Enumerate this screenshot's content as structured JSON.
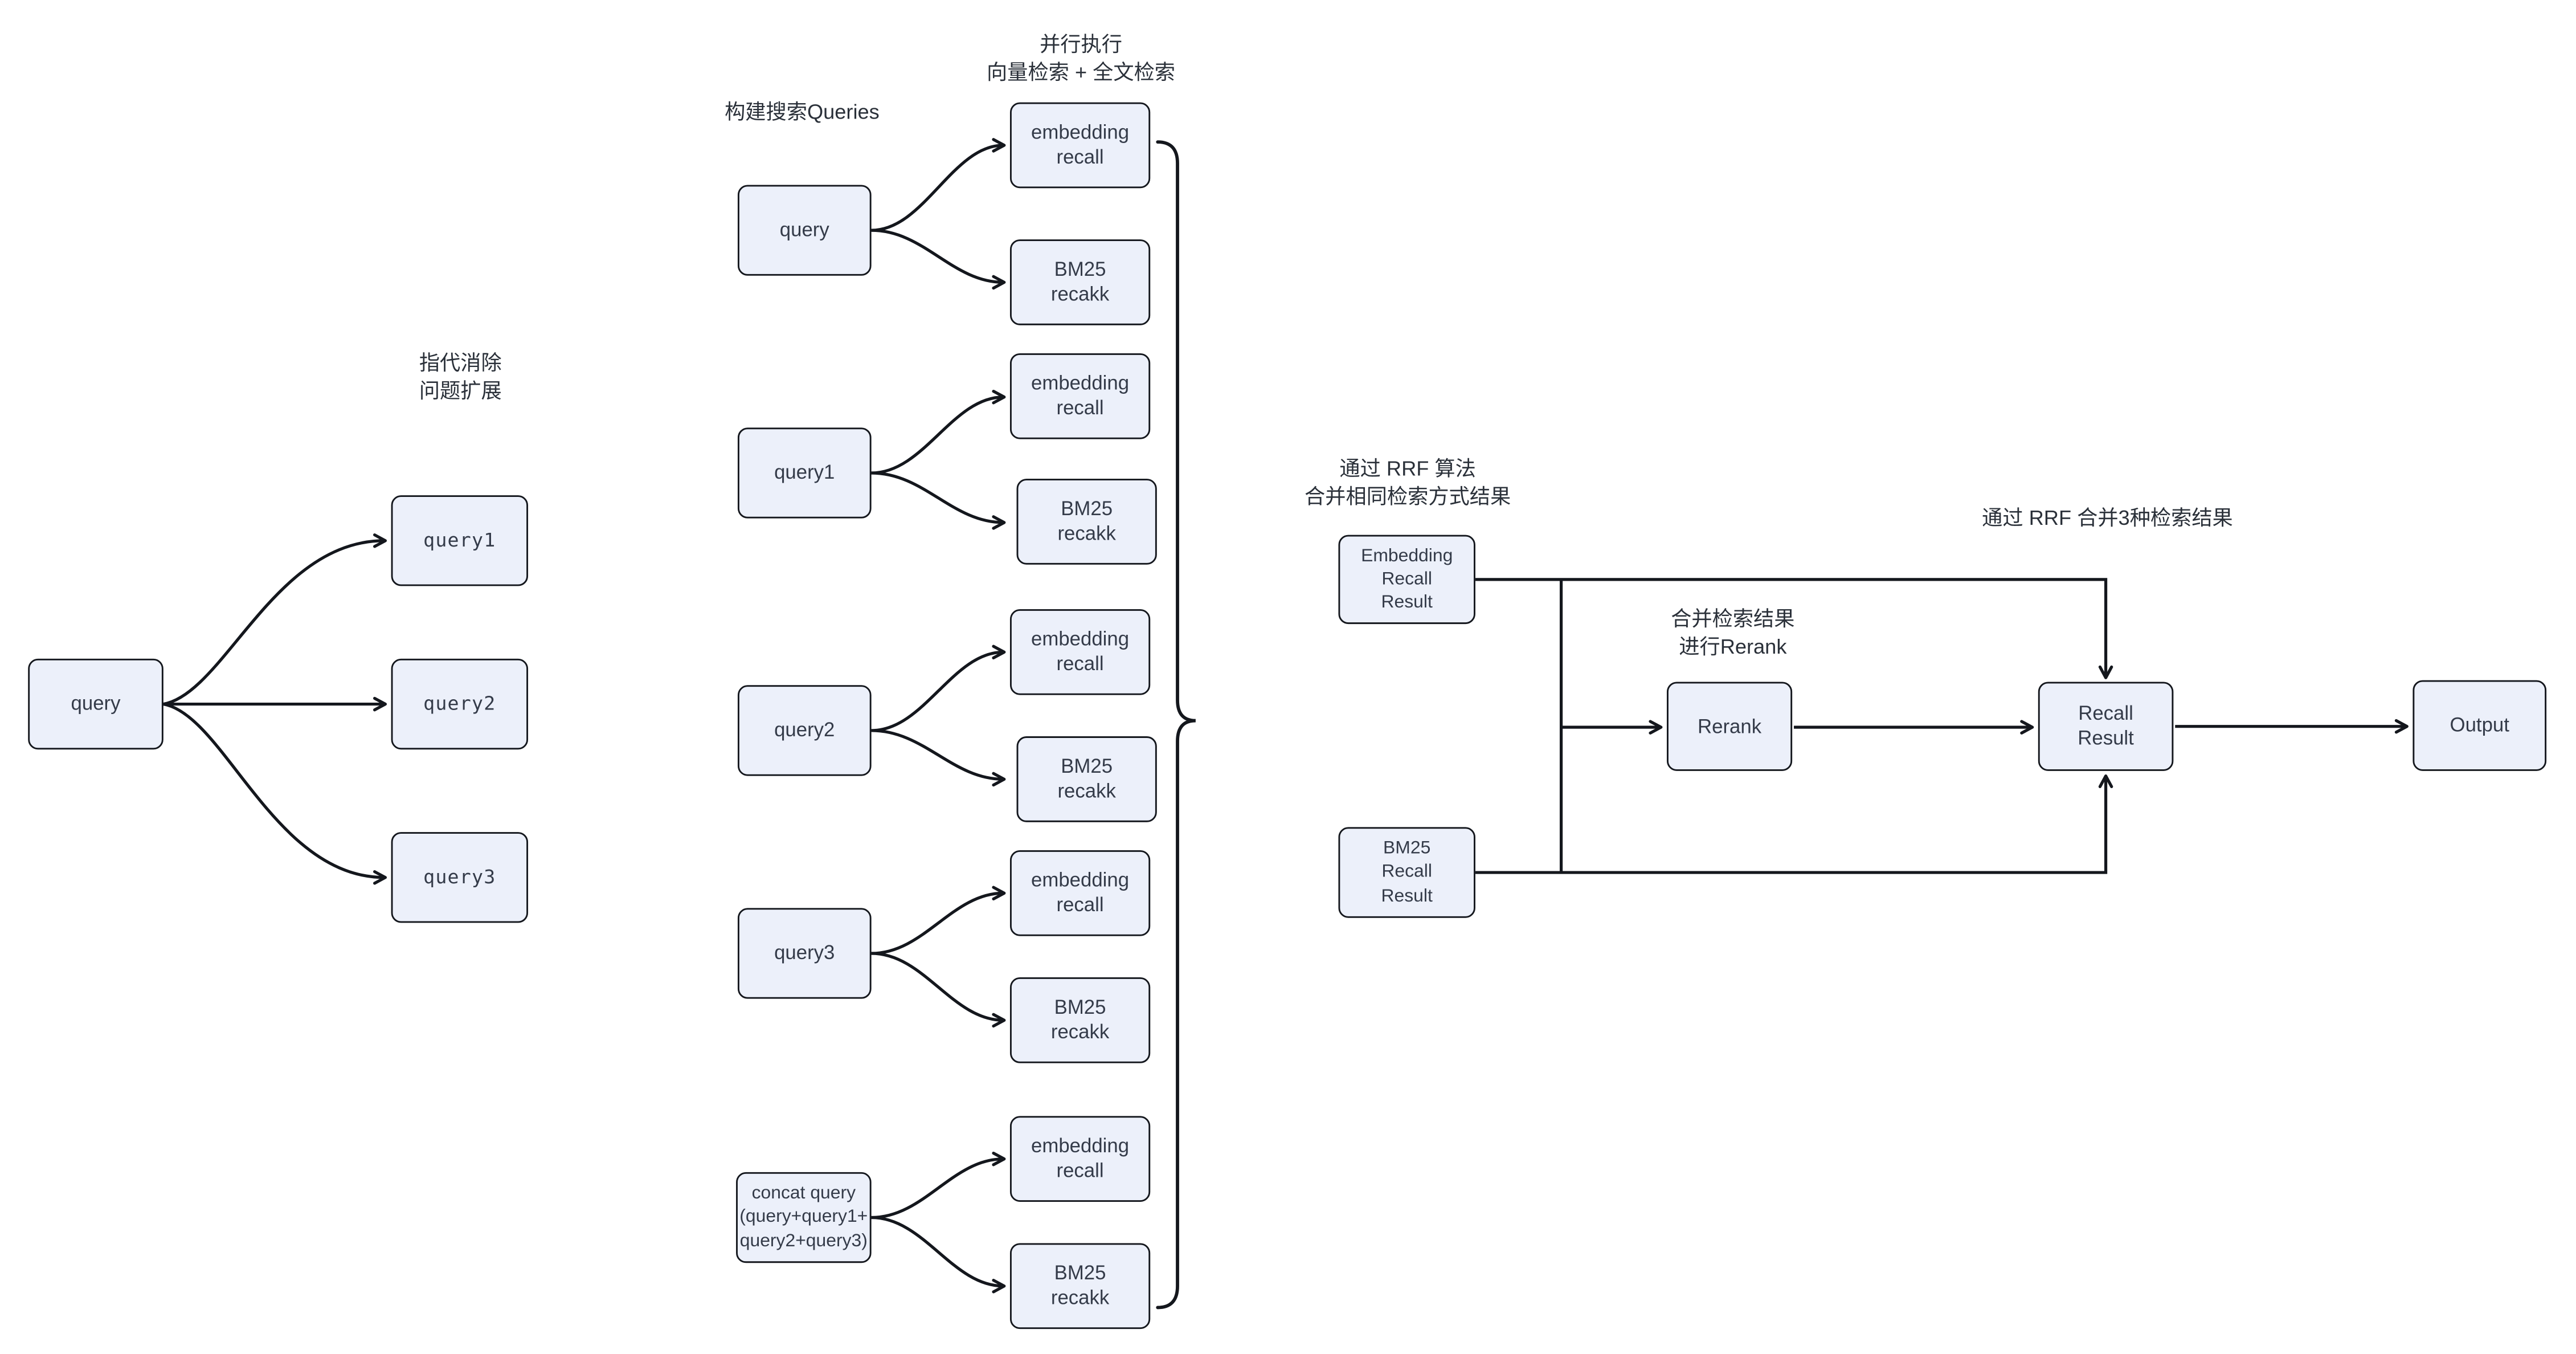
{
  "colors": {
    "canvas": "#FFFFFF",
    "node_fill": "#ECF0FA",
    "node_border": "#14171D",
    "edge": "#14171D",
    "text": "#343B49",
    "label_text": "#2A3039"
  },
  "labels": {
    "expand": "指代消除\n问题扩展",
    "build_queries": "构建搜索Queries",
    "parallel": "并行执行\n向量检索 + 全文检索",
    "rrf_same": "通过 RRF 算法\n合并相同检索方式结果",
    "rrf_three": "通过 RRF 合并3种检索结果",
    "rerank_note": "合并检索结果\n进行Rerank"
  },
  "nodes": {
    "query": "query",
    "query1": "query1",
    "query2": "query2",
    "query3": "query3",
    "concat_query": "concat query\n(query+query1+\nquery2+query3)",
    "embedding_recall": "embedding\nrecall",
    "bm25_recall": "BM25\nrecakk",
    "embedding_result": "Embedding\nRecall\nResult",
    "bm25_result": "BM25\nRecall\nResult",
    "rerank": "Rerank",
    "recall_result": "Recall\nResult",
    "output": "Output"
  }
}
